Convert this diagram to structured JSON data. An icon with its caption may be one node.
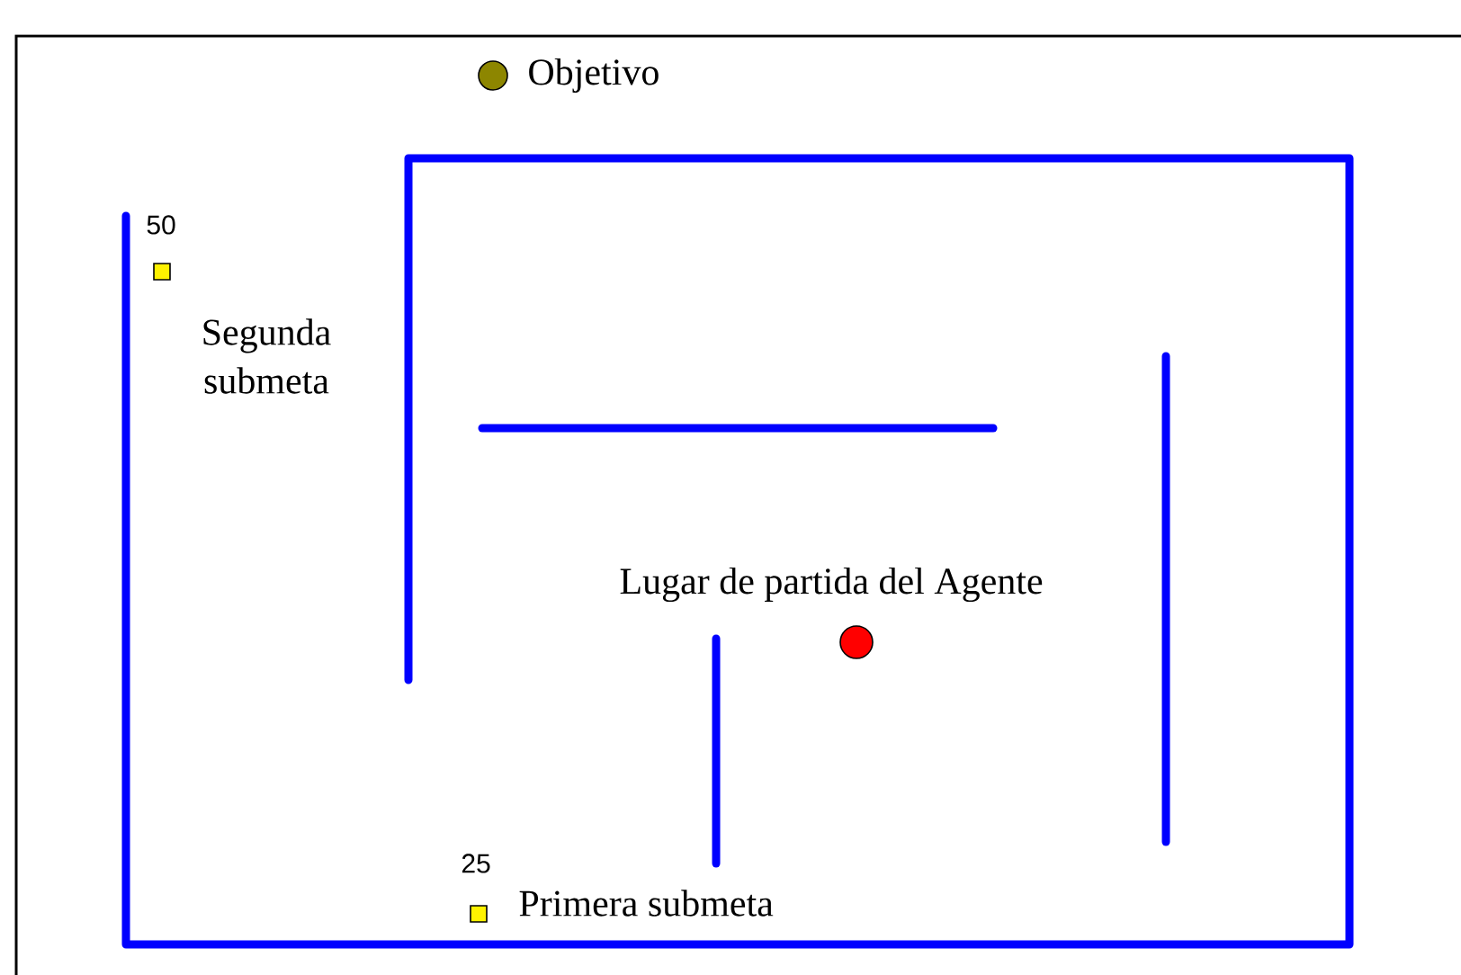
{
  "diagram": {
    "nodes": [
      {
        "text": [],
        "shape": "circle",
        "beside": [
          "Objetivo"
        ]
      },
      {
        "text": [],
        "shape": "box",
        "beside": [
          "50",
          "Segunda submeta"
        ]
      },
      {
        "text": [],
        "shape": "circle",
        "beside": [
          "Lugar de partida del Agente"
        ]
      },
      {
        "text": [],
        "shape": "box",
        "beside": [
          "25",
          "Primera submeta"
        ]
      }
    ]
  }
}
